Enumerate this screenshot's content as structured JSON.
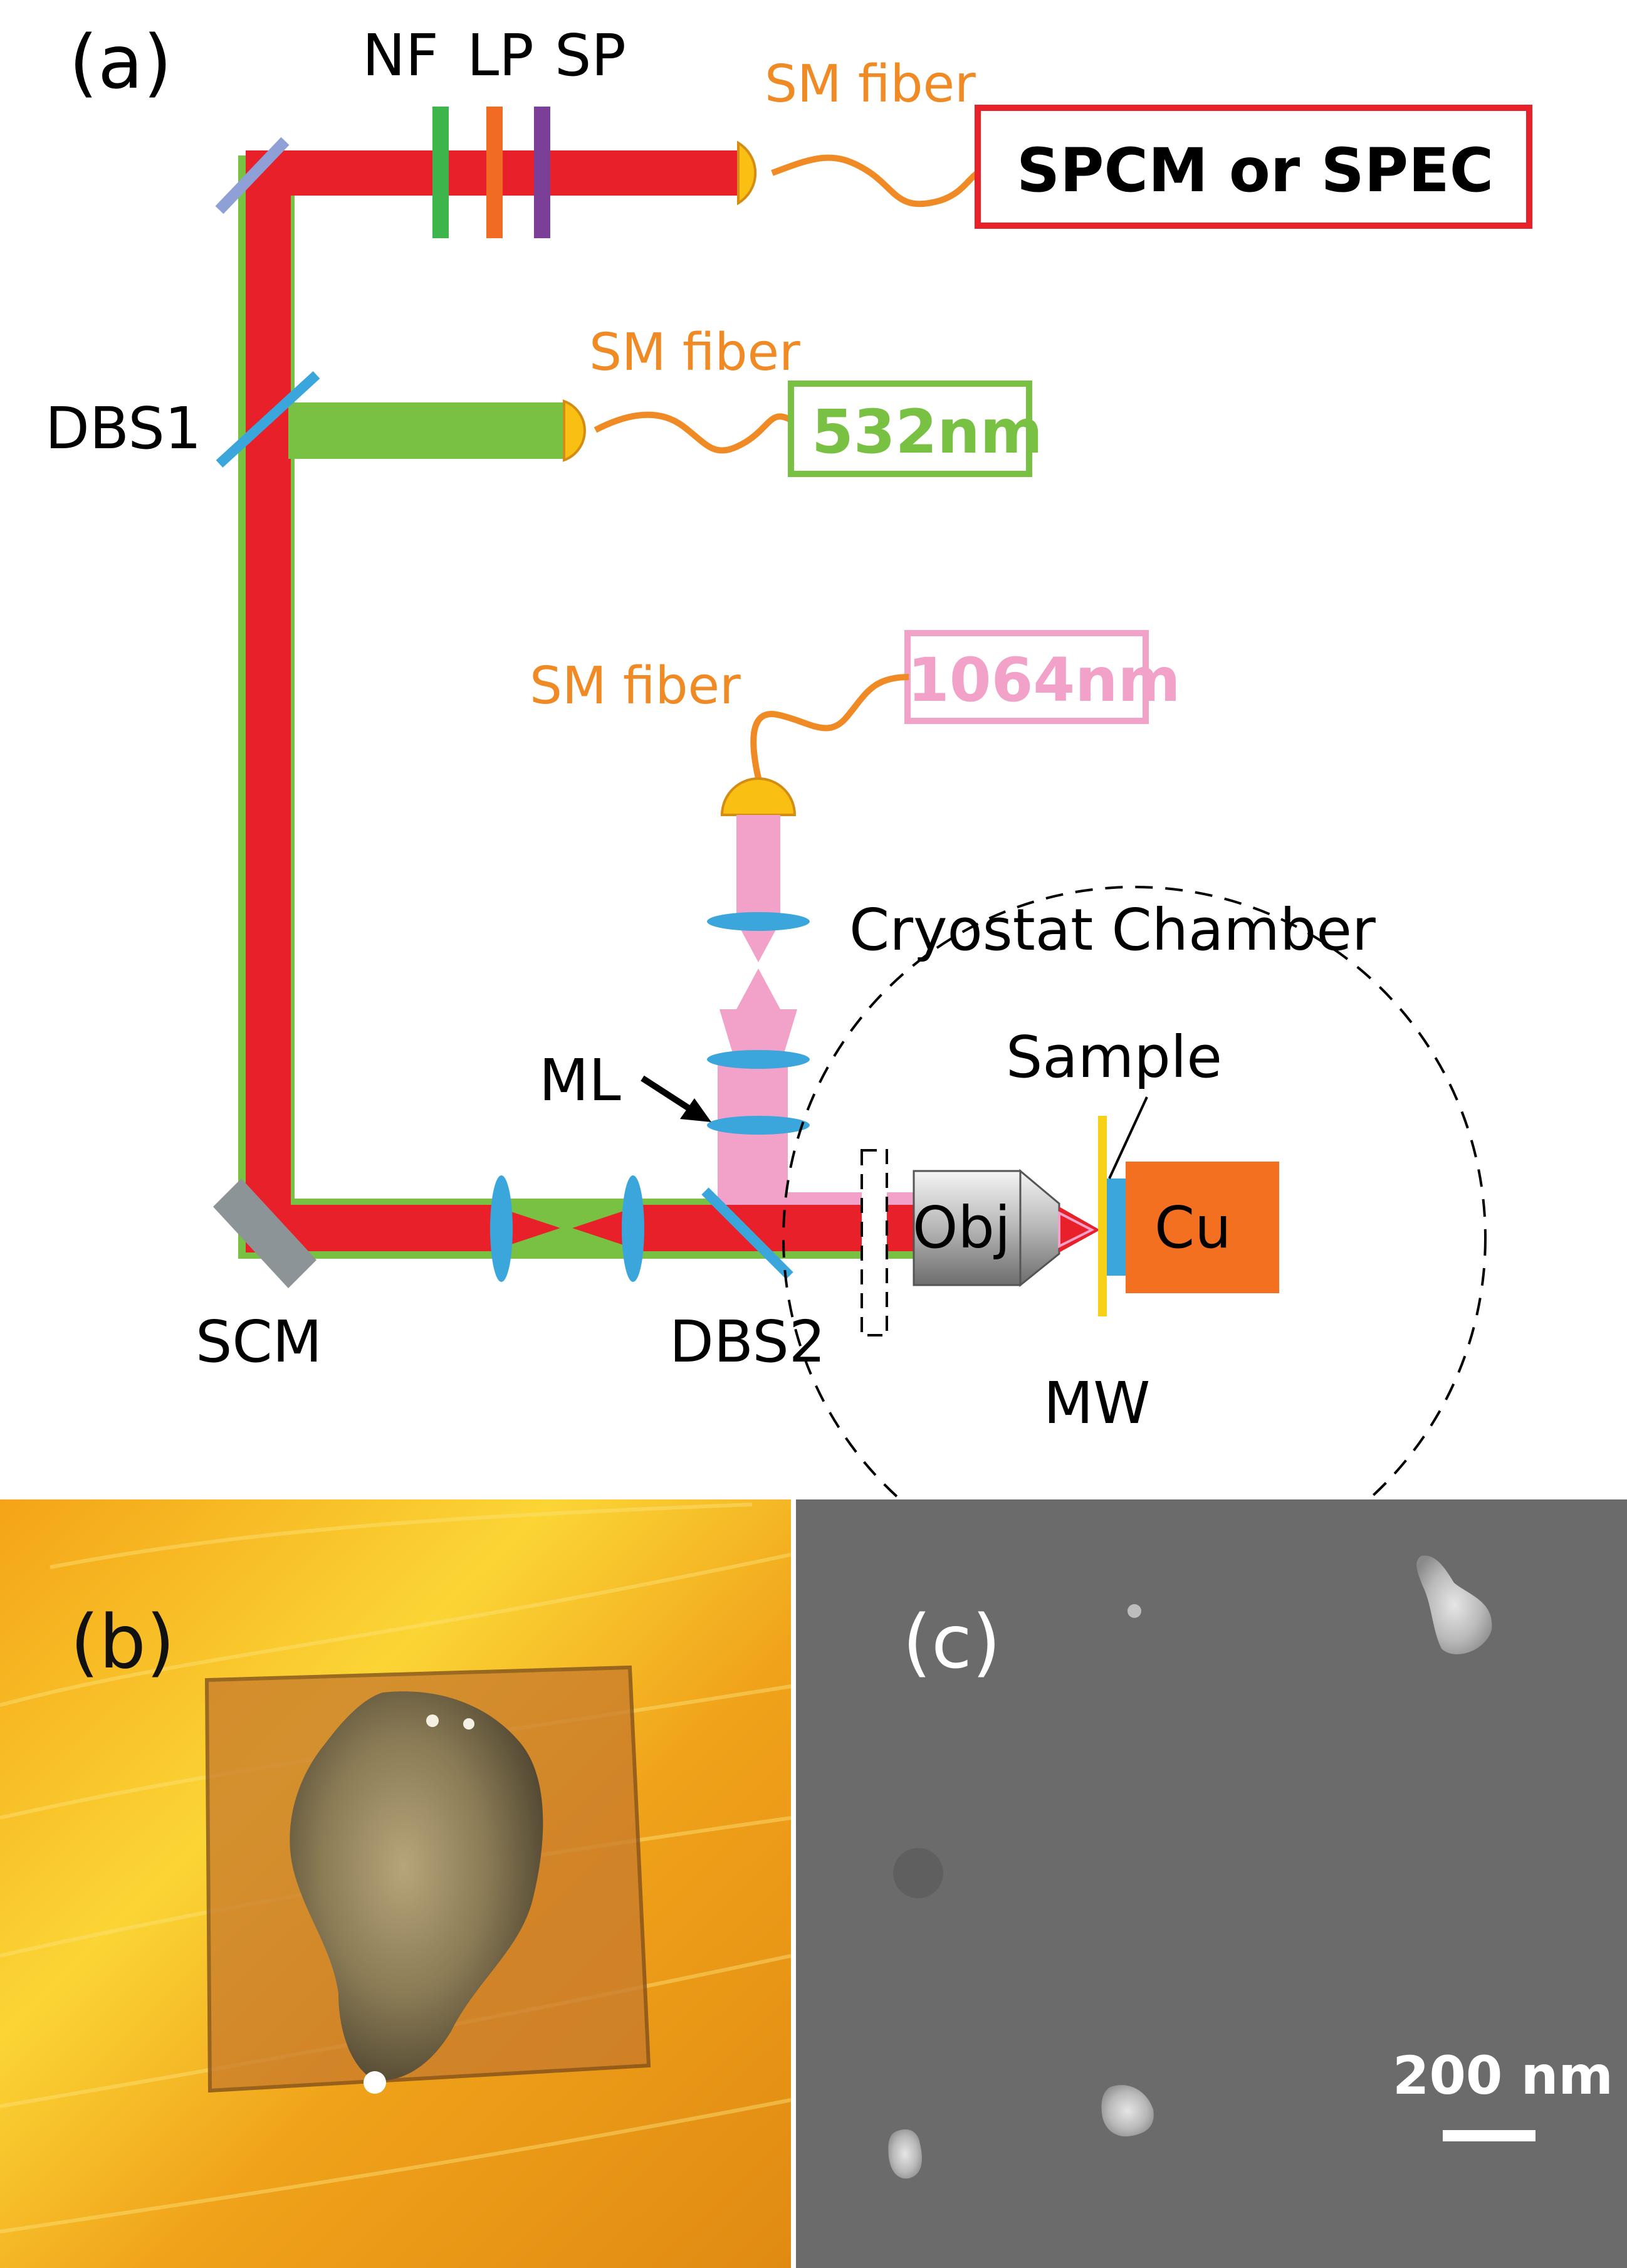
{
  "panel_a": {
    "label": "(a)",
    "filters": [
      "NF",
      "LP",
      "SP"
    ],
    "fiber_label": "SM fiber",
    "spcm_box": "SPCM or SPEC",
    "laser_532": "532nm",
    "laser_1064": "1064nm",
    "dbs1": "DBS1",
    "dbs2": "DBS2",
    "scm": "SCM",
    "ml": "ML",
    "cryostat": "Cryostat Chamber",
    "sample": "Sample",
    "objective": "Obj",
    "copper": "Cu",
    "mw": "MW"
  },
  "panel_b": {
    "label": "(b)"
  },
  "panel_c": {
    "label": "(c)",
    "scale_bar": "200 nm"
  },
  "colors": {
    "red_beam": "#e8202a",
    "green_beam": "#79c142",
    "pink_beam": "#f2a1c8",
    "fiber": "#f08a24",
    "optics_blue": "#3aa6dc",
    "nf_filter": "#3db54a",
    "lp_filter": "#f26b22",
    "sp_filter": "#7c3f98",
    "copper": "#f37021",
    "mw_line": "#f7d117",
    "connector": "#f9bf12"
  }
}
